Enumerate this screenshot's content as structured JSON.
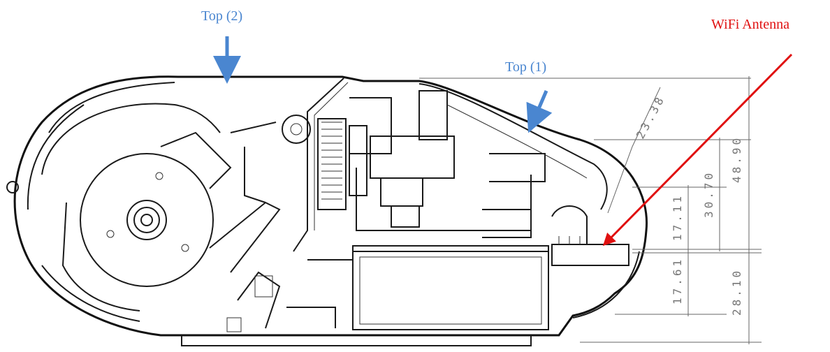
{
  "labels": {
    "top2": "Top (2)",
    "top1": "Top (1)",
    "wifi": "WiFi Antenna"
  },
  "dimensions": {
    "diag": "23.38",
    "d1": "48.90",
    "d2": "30.70",
    "d3": "17.11",
    "d4": "17.61",
    "d5": "28.10"
  },
  "colors": {
    "top_arrow": "#4a86d0",
    "wifi": "#e01010",
    "line": "#1a1a1a"
  }
}
